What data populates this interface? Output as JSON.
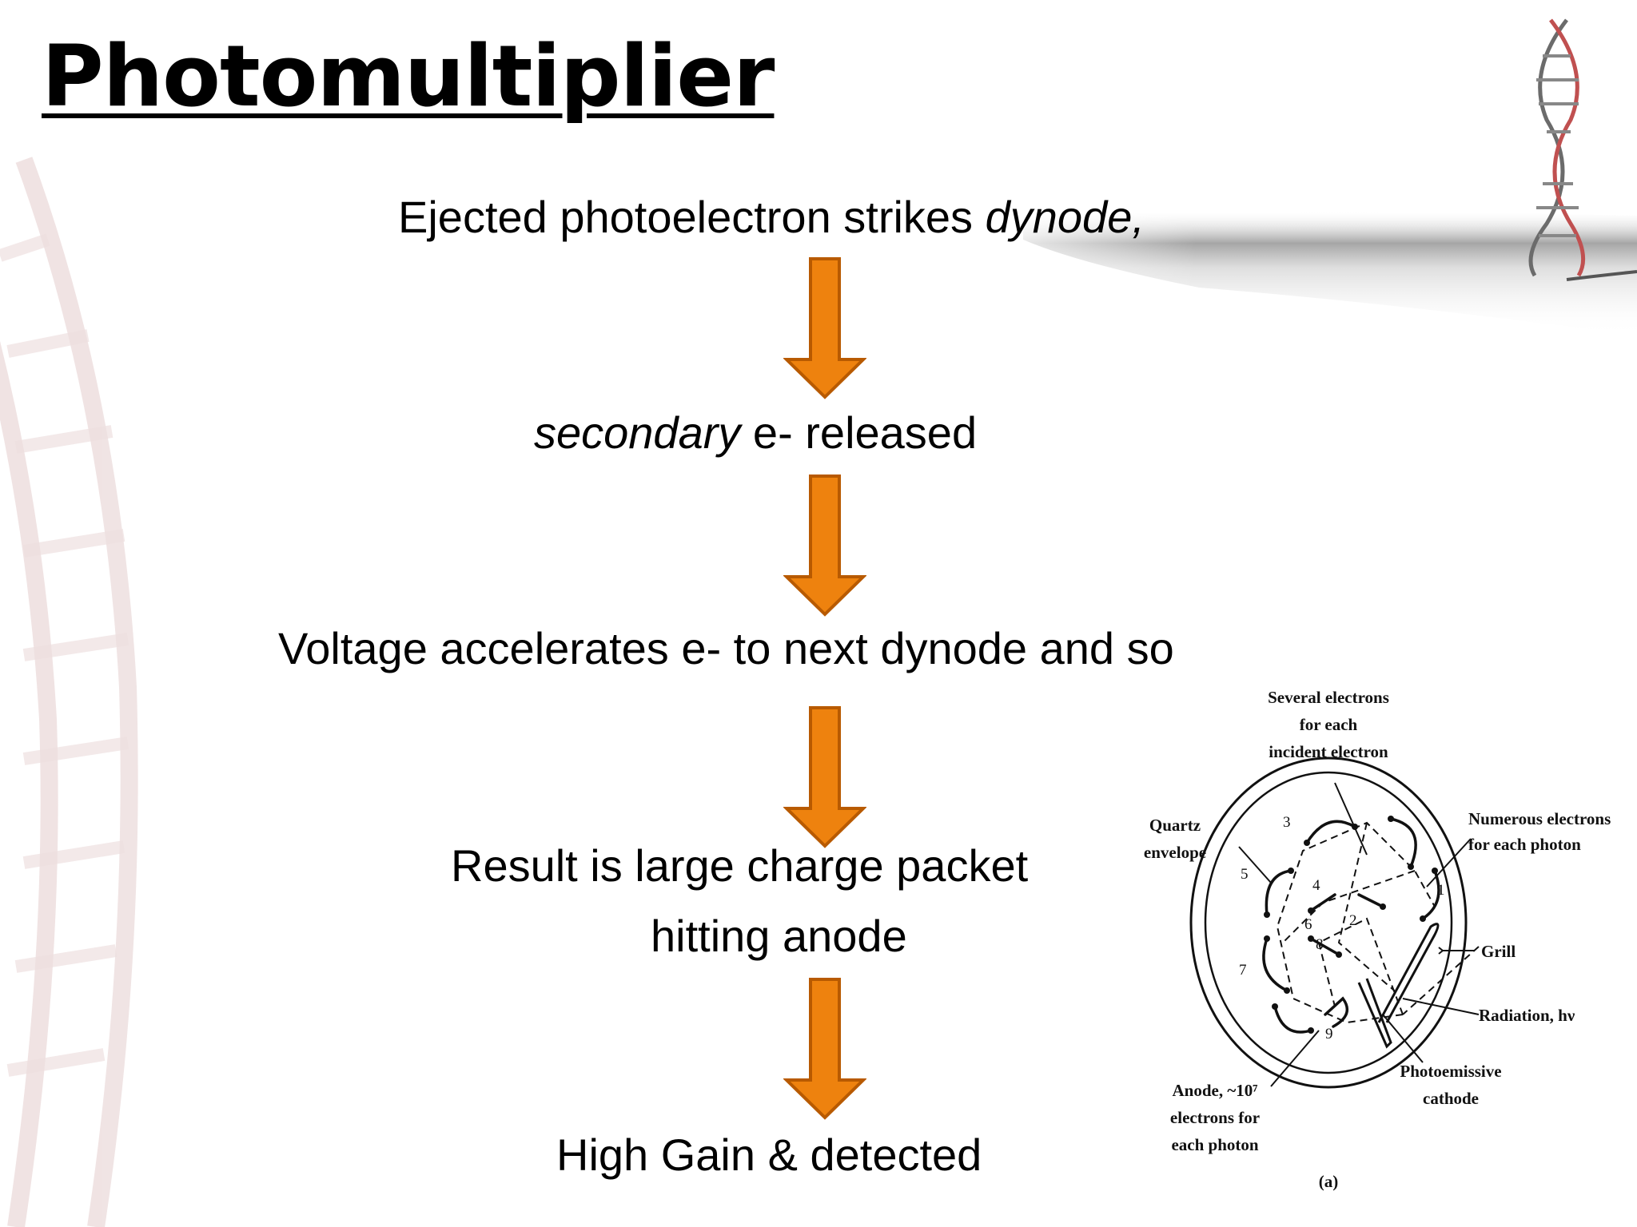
{
  "slide": {
    "title": "Photomultiplier",
    "steps": [
      {
        "before": "Ejected photoelectron strikes ",
        "emph": "dynode,",
        "after": ""
      },
      {
        "before": "",
        "emph": "secondary",
        "after": " e- released"
      },
      {
        "line": "Voltage accelerates e- to next dynode and so"
      },
      {
        "line1": "Result is large charge packet",
        "line2": "hitting anode"
      },
      {
        "line": "High Gain & detected"
      }
    ],
    "colors": {
      "arrow_fill": "#EE820E",
      "arrow_stroke": "#B85A00",
      "title": "#000000"
    }
  },
  "diagram": {
    "labels": {
      "several1": "Several electrons",
      "several2": "for each",
      "several3": "incident electron",
      "quartz1": "Quartz",
      "quartz2": "envelope",
      "numerous1": "Numerous electrons",
      "numerous2": "for each photon",
      "grill": "Grill",
      "radiation": "Radiation, hν",
      "photo1": "Photoemissive",
      "photo2": "cathode",
      "anode1": "Anode, ~10⁷",
      "anode2": "electrons for",
      "anode3": "each photon",
      "panel": "(a)"
    },
    "dynode_numbers": [
      "1",
      "2",
      "3",
      "4",
      "5",
      "6",
      "7",
      "8",
      "9"
    ]
  }
}
